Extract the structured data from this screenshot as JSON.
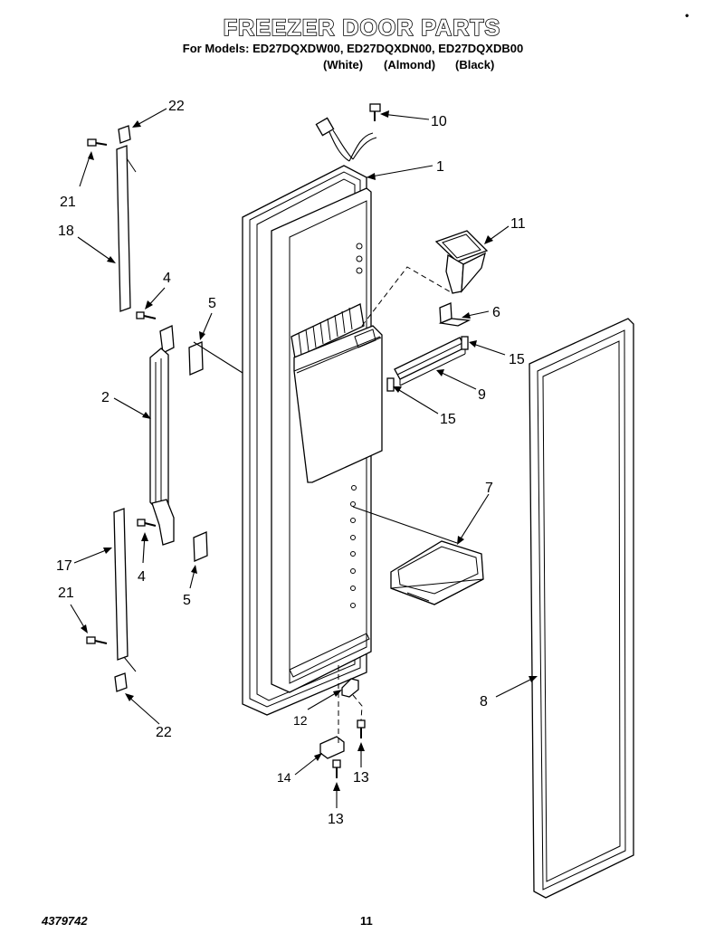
{
  "header": {
    "title": "FREEZER DOOR PARTS",
    "models_line": "For Models: ED27DQXDW00, ED27DQXDN00, ED27DQXDB00",
    "color_white": "(White)",
    "color_almond": "(Almond)",
    "color_black": "(Black)"
  },
  "footer": {
    "document_number": "4379742",
    "page_number": "11"
  },
  "corner_mark": "•",
  "callouts": {
    "c1": "1",
    "c2": "2",
    "c4a": "4",
    "c4b": "4",
    "c5a": "5",
    "c5b": "5",
    "c6": "6",
    "c7": "7",
    "c8": "8",
    "c9": "9",
    "c10": "10",
    "c11": "11",
    "c12": "12",
    "c13a": "13",
    "c13b": "13",
    "c14": "14",
    "c15a": "15",
    "c15b": "15",
    "c17": "17",
    "c18": "18",
    "c21a": "21",
    "c21b": "21",
    "c22a": "22",
    "c22b": "22"
  }
}
